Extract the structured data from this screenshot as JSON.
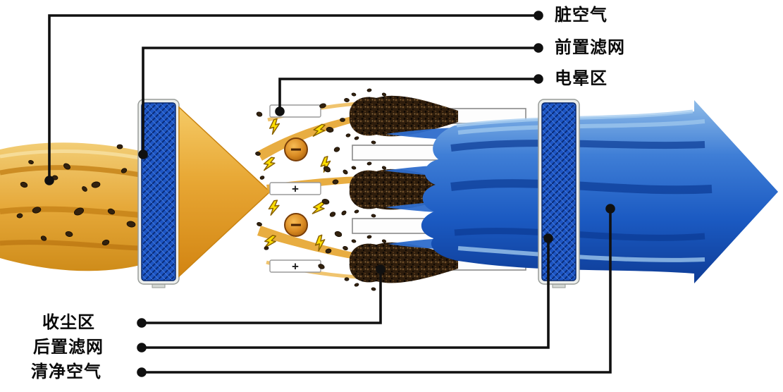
{
  "figure": {
    "callouts": {
      "dirty_air": "脏空气",
      "pre_filter": "前置滤网",
      "corona_zone": "电晕区",
      "dust_collection_zone": "收尘区",
      "post_filter": "后置滤网",
      "clean_air": "清净空气"
    },
    "symbols": {
      "positive_electrode": "+",
      "negative_ionizer": "−"
    },
    "colors": {
      "dirty_air_flow": "#E2A62C",
      "flow_arrow_orange": "#E2951B",
      "clean_air_flow": "#1E60C6",
      "filter_panel_blue": "#1C50BE",
      "dust_brown": "#2E1D0C",
      "spark_yellow": "#FFDF00",
      "callout_black": "#101010"
    }
  }
}
